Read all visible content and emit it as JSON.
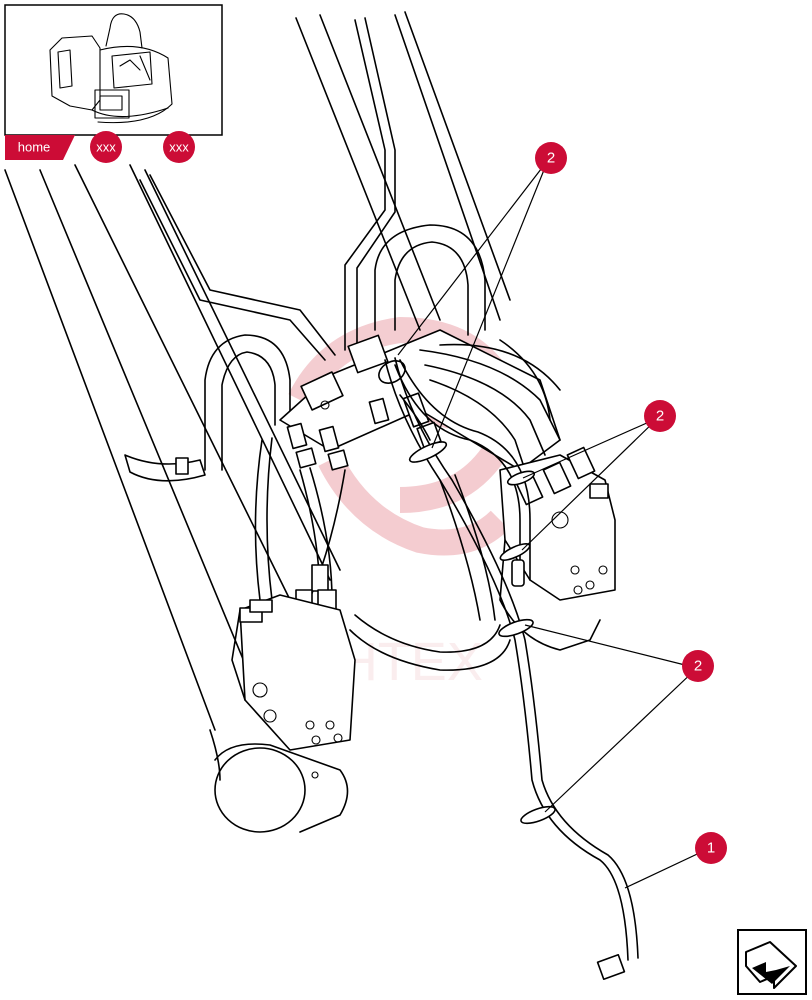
{
  "navigation": {
    "home_label": "home",
    "crumb1_label": "xxx",
    "crumb2_label": "xxx"
  },
  "watermark": {
    "text": "ИНТЕХ",
    "color": "#e6a0a8"
  },
  "callouts": [
    {
      "id": "callout-1",
      "number": "1"
    },
    {
      "id": "callout-2a",
      "number": "2"
    },
    {
      "id": "callout-2b",
      "number": "2"
    },
    {
      "id": "callout-2c",
      "number": "2"
    }
  ],
  "colors": {
    "badge": "#cc0c36",
    "line": "#000000",
    "background": "#ffffff"
  },
  "icons": {
    "thumbnail": "excavator-thumbnail-icon",
    "next_page": "next-page-arrow-icon"
  }
}
